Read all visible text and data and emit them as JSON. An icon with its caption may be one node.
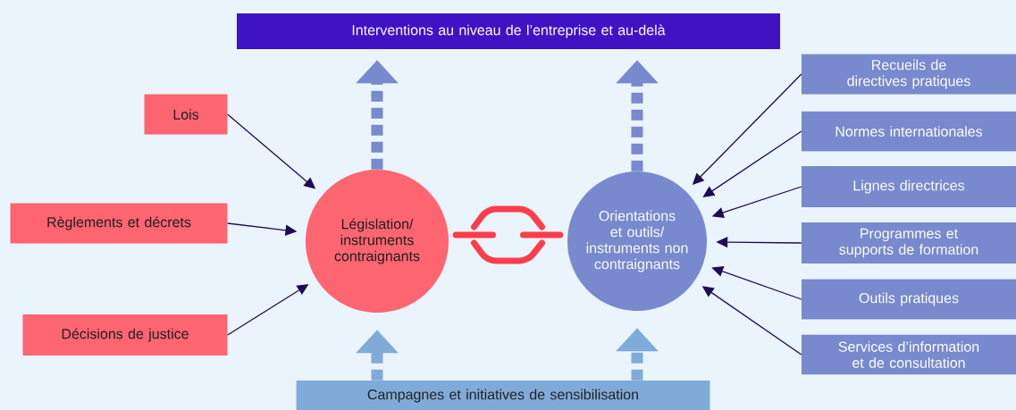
{
  "diagram": {
    "nodes": [
      {
        "text": [
          "Interventions au niveau de l’entreprise et au-delà"
        ]
      },
      {
        "text": [
          "Lois"
        ]
      },
      {
        "text": [
          "Règlements et décrets"
        ]
      },
      {
        "text": [
          "Décisions de justice"
        ]
      },
      {
        "text": [
          "Législation/ instruments contraignants"
        ]
      },
      {
        "text": [
          "Orientations et outils/ instruments non contraignants"
        ]
      },
      {
        "text": [
          "Recueils de directives pratiques"
        ]
      },
      {
        "text": [
          "Normes internationales"
        ]
      },
      {
        "text": [
          "Lignes directrices"
        ]
      },
      {
        "text": [
          "Programmes et supports de formation"
        ]
      },
      {
        "text": [
          "Outils pratiques"
        ]
      },
      {
        "text": [
          "Services d’information et de consultation"
        ]
      },
      {
        "text": [
          "Campagnes et initiatives de sensibilisation"
        ]
      }
    ],
    "edges": [
      {
        "from": 1,
        "to": 4,
        "arrow": "to"
      },
      {
        "from": 2,
        "to": 4,
        "arrow": "to"
      },
      {
        "from": 3,
        "to": 4,
        "arrow": "to"
      },
      {
        "from": 6,
        "to": 5,
        "arrow": "to"
      },
      {
        "from": 7,
        "to": 5,
        "arrow": "to"
      },
      {
        "from": 8,
        "to": 5,
        "arrow": "to"
      },
      {
        "from": 9,
        "to": 5,
        "arrow": "to"
      },
      {
        "from": 10,
        "to": 5,
        "arrow": "to"
      },
      {
        "from": 11,
        "to": 5,
        "arrow": "to"
      },
      {
        "from": 4,
        "to": 0,
        "arrow": "to",
        "style": "dashed",
        "color": "#7889cd"
      },
      {
        "from": 5,
        "to": 0,
        "arrow": "to",
        "style": "dashed",
        "color": "#7889cd"
      },
      {
        "from": 12,
        "to": 4,
        "arrow": "to",
        "style": "dashed",
        "color": "#80abd8"
      },
      {
        "from": 12,
        "to": 5,
        "arrow": "to",
        "style": "dashed",
        "color": "#80abd8"
      },
      {
        "from": 4,
        "to": 5,
        "arrow": "none",
        "style": "thick",
        "color": "#ff3c4b"
      }
    ]
  }
}
